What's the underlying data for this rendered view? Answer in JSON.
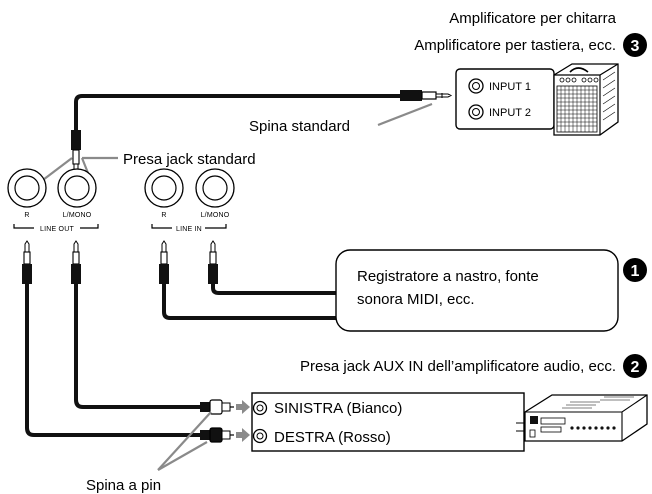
{
  "labels": {
    "amp_line1": "Amplificatore per chitarra",
    "amp_line2": "Amplificatore per tastiera, ecc.",
    "amp_num": "3",
    "input1": "INPUT 1",
    "input2": "INPUT 2",
    "spina_standard": "Spina standard",
    "presa_jack": "Presa jack standard",
    "r_out": "R",
    "l_mono_out": "L/MONO",
    "line_out": "LINE OUT",
    "r_in": "R",
    "l_mono_in": "L/MONO",
    "line_in": "LINE IN",
    "rec_line1": "Registratore a nastro, fonte",
    "rec_line2": "sonora MIDI, ecc.",
    "rec_num": "1",
    "aux_title": "Presa jack AUX IN dell’amplificatore audio, ecc.",
    "aux_num": "2",
    "sinistra": "SINISTRA (Bianco)",
    "destra": "DESTRA (Rosso)",
    "spina_pin": "Spina a pin"
  },
  "colors": {
    "cable": "#111111",
    "arrow": "#8a8a8a",
    "badge": "#000000"
  }
}
